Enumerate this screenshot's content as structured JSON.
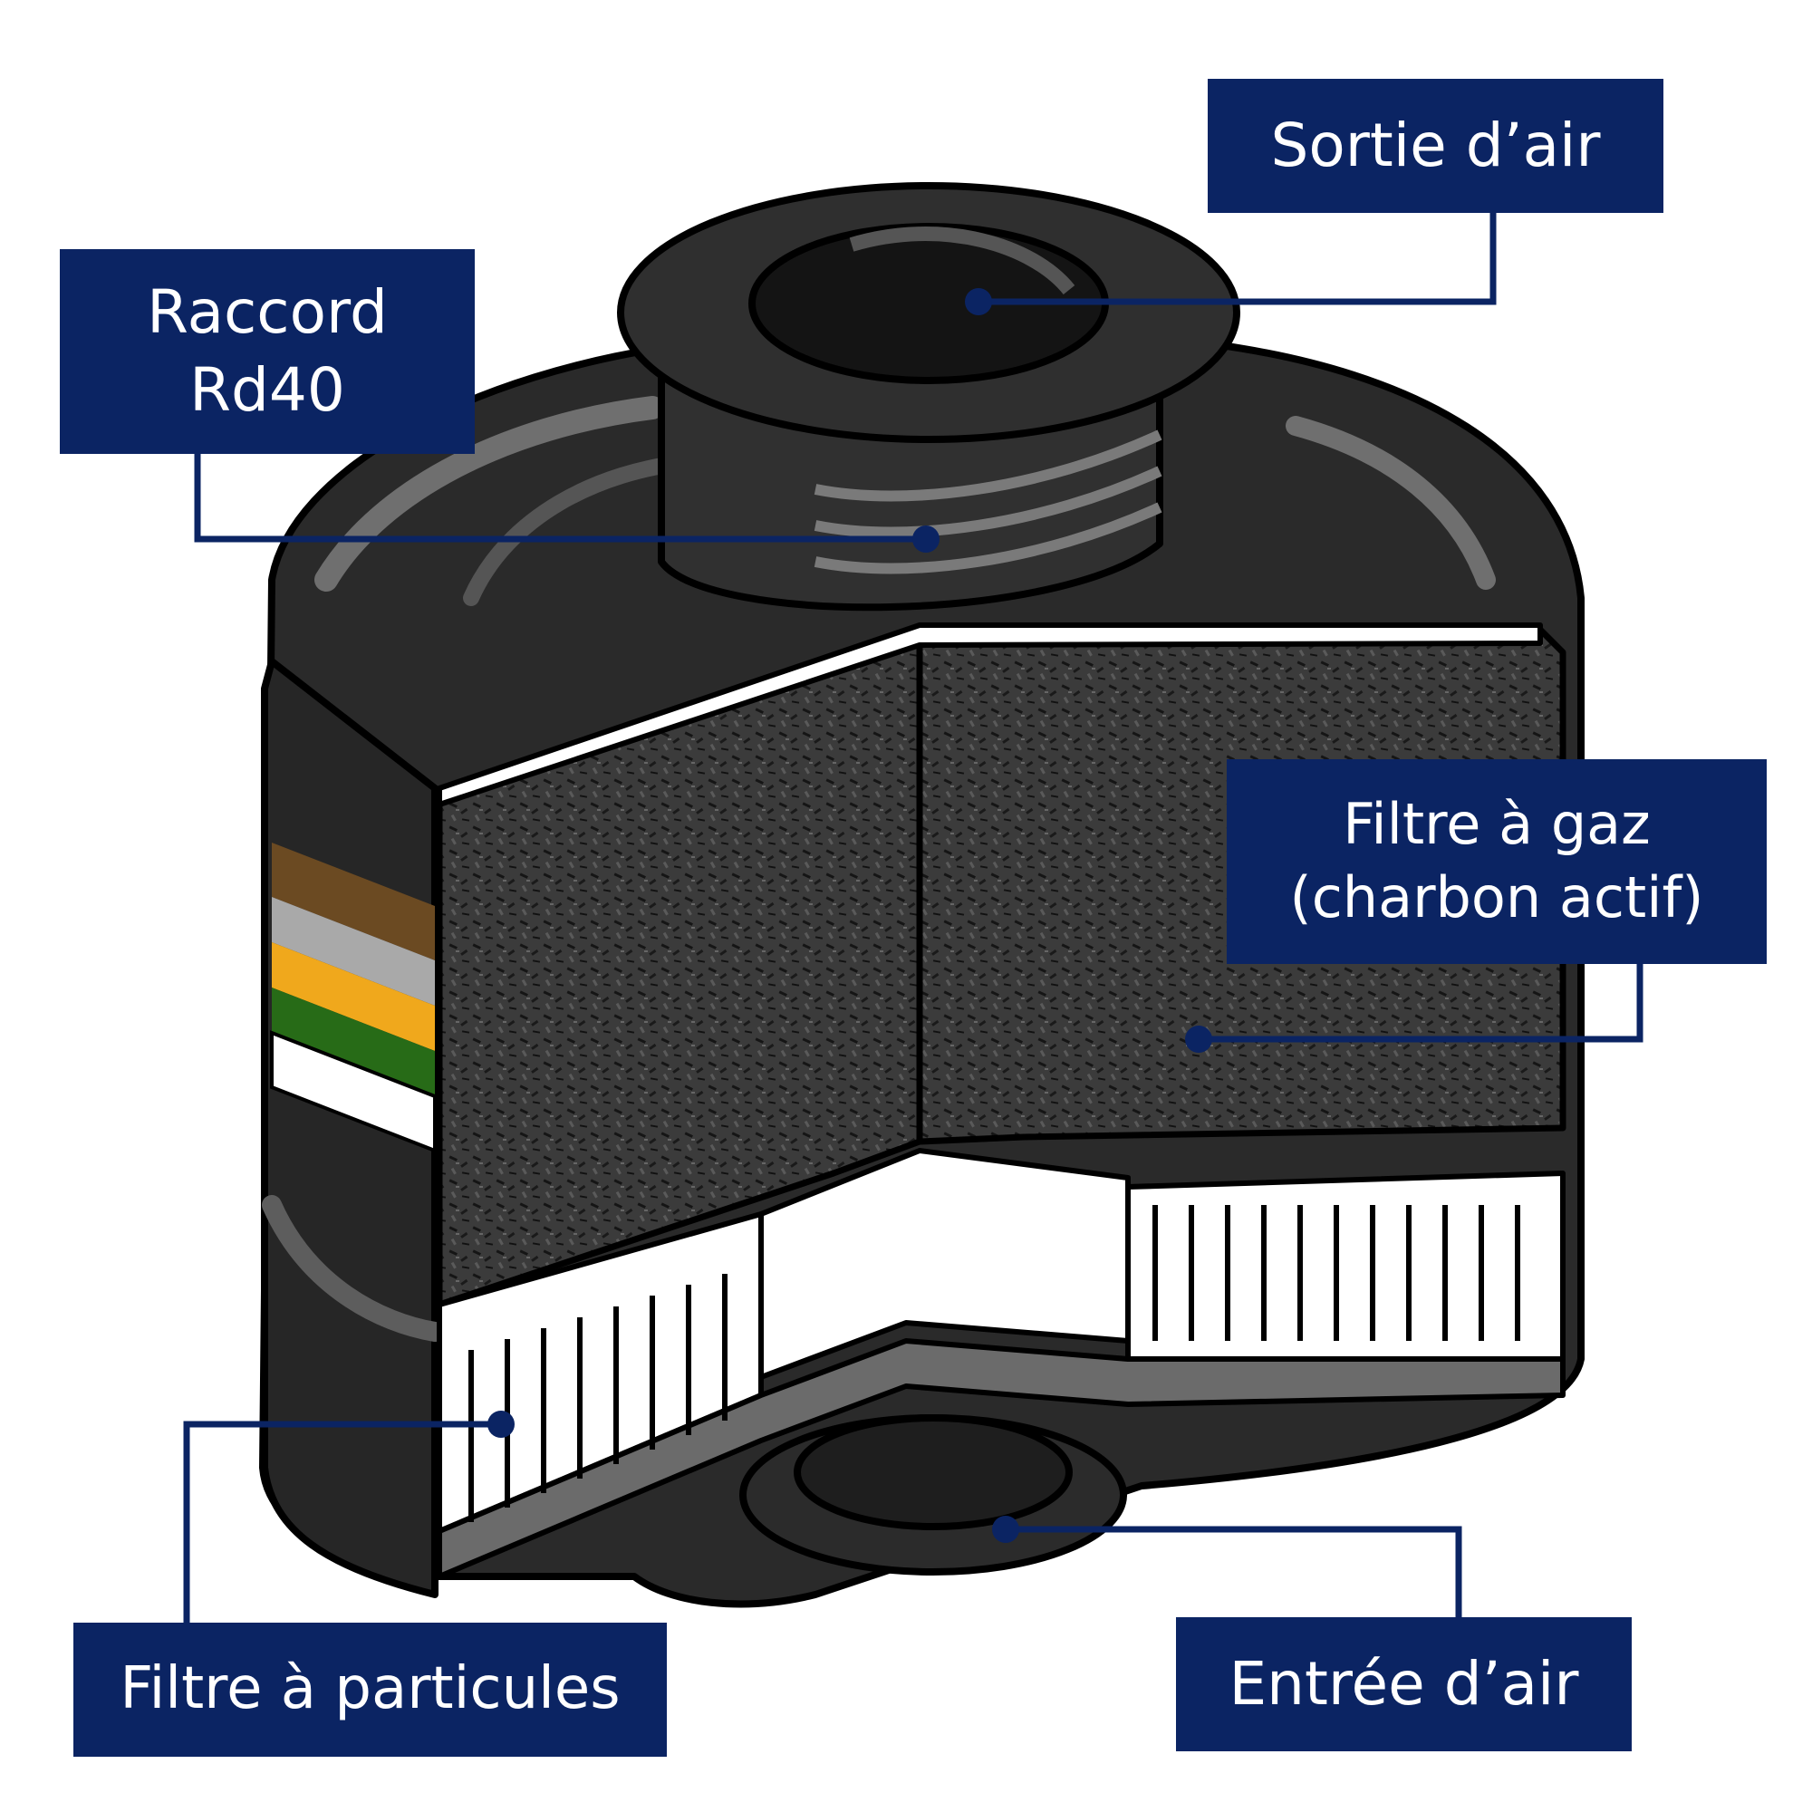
{
  "colors": {
    "label_bg": "#0b2463",
    "label_text": "#ffffff",
    "leader_line": "#0b2463",
    "cartridge_body": "#2b2b2b",
    "cartridge_highlight": "#6f6f6f",
    "carbon": "#3a3a3a",
    "band_brown": "#6b4a22",
    "band_grey": "#a9a9a9",
    "band_yellow": "#f0a81c",
    "band_green": "#276b17",
    "band_white": "#ffffff"
  },
  "labels": {
    "sortie": "Sortie d’air",
    "raccord_line1": "Raccord",
    "raccord_line2": "Rd40",
    "filtre_gaz_line1": "Filtre à gaz",
    "filtre_gaz_line2": "(charbon actif)",
    "particules": "Filtre à particules",
    "entree": "Entrée d’air"
  }
}
